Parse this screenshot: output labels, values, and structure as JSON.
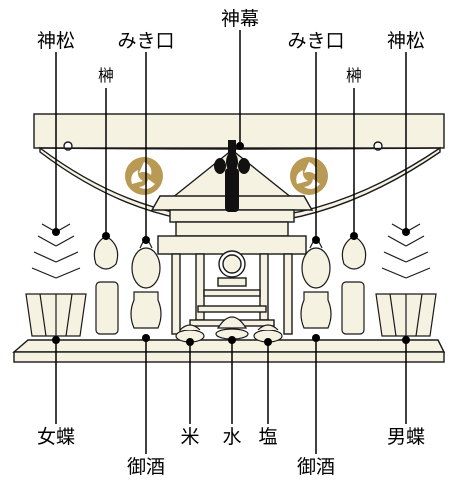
{
  "labels": {
    "kami_matsu_left": "神松",
    "miki_guchi_left": "みき口",
    "shinmaku": "神幕",
    "miki_guchi_right": "みき口",
    "kami_matsu_right": "神松",
    "sakaki_left": "榊",
    "sakaki_right": "榊",
    "mecho": "女蝶",
    "ocho": "男蝶",
    "kome": "米",
    "mizu": "水",
    "shio": "塩",
    "omiki_left": "御酒",
    "omiki_right": "御酒"
  },
  "colors": {
    "line": "#1a1a1a",
    "fill_light": "#f6f2e2",
    "crest_gold": "#b89a55",
    "tassel": "#111111"
  },
  "icons": [
    "mitsudomoe-crest",
    "pine-branch",
    "sakaki-branch",
    "sake-bottle",
    "offering-dish",
    "mirror",
    "butterfly-fold"
  ]
}
